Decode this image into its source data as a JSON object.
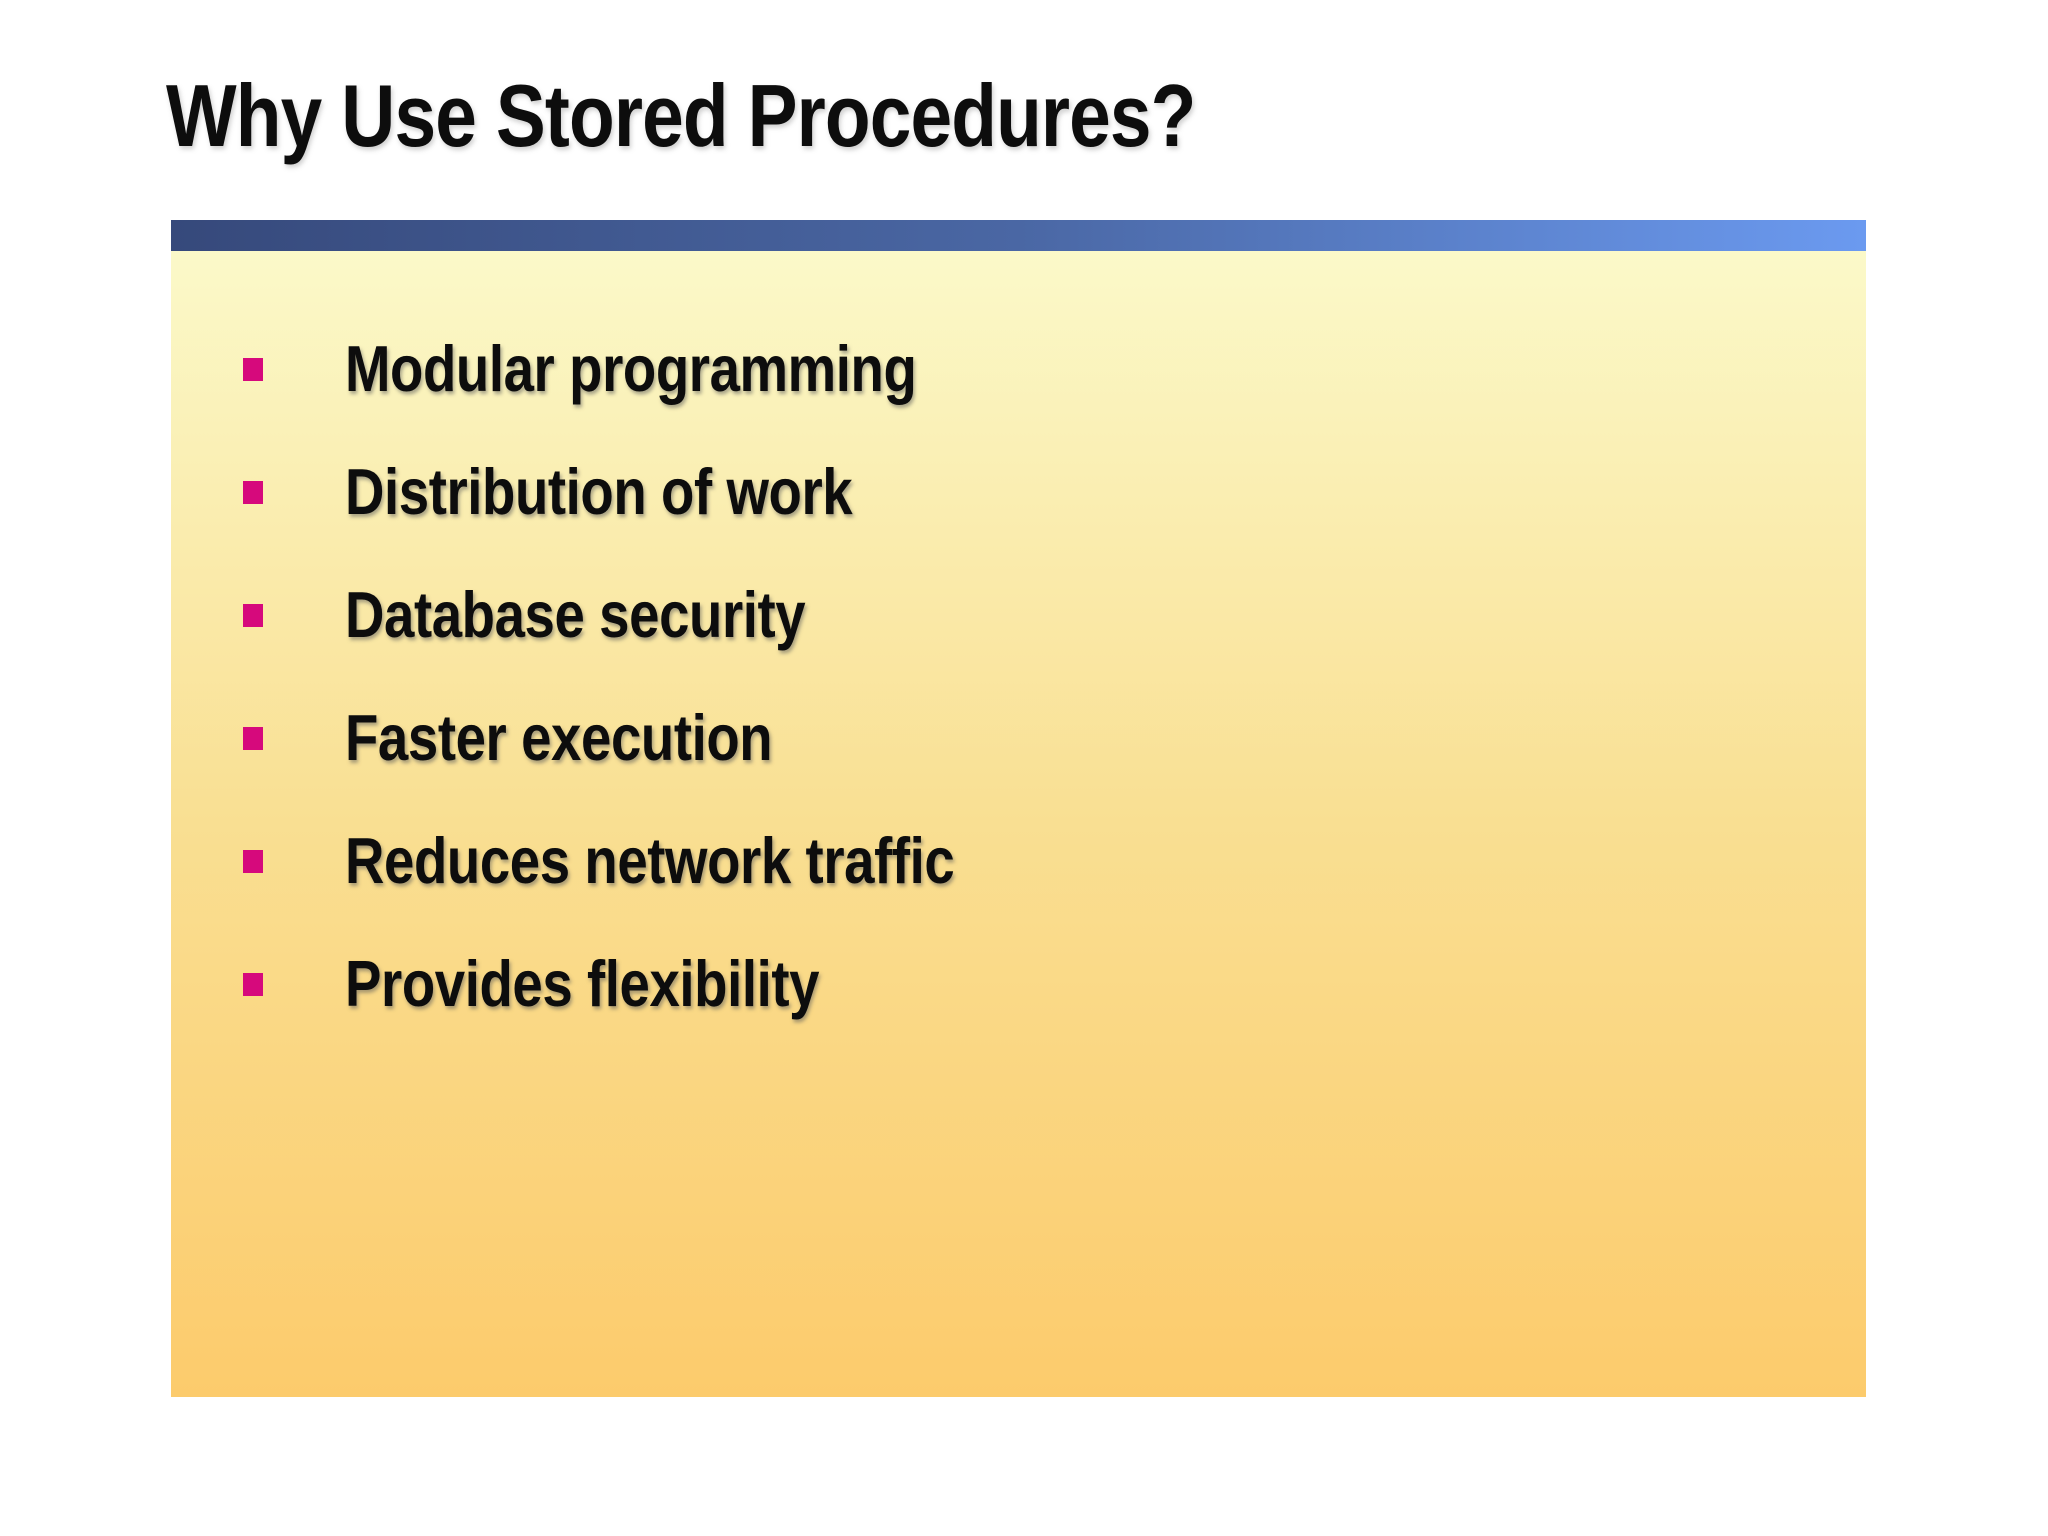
{
  "slide": {
    "title": "Why Use Stored Procedures?",
    "bullets": [
      "Modular programming",
      "Distribution of work",
      "Database security",
      "Faster execution",
      "Reduces network traffic",
      "Provides flexibility"
    ],
    "colors": {
      "page_background": "#FFFFFF",
      "text": "#0D0D0D",
      "bullet_marker": "#D6097C",
      "accent_bar_gradient": [
        "#36497B",
        "#4A67A4",
        "#6B9AF0"
      ],
      "panel_gradient": [
        "#FBF9C9",
        "#F9DF92",
        "#FCCB6C"
      ]
    }
  }
}
